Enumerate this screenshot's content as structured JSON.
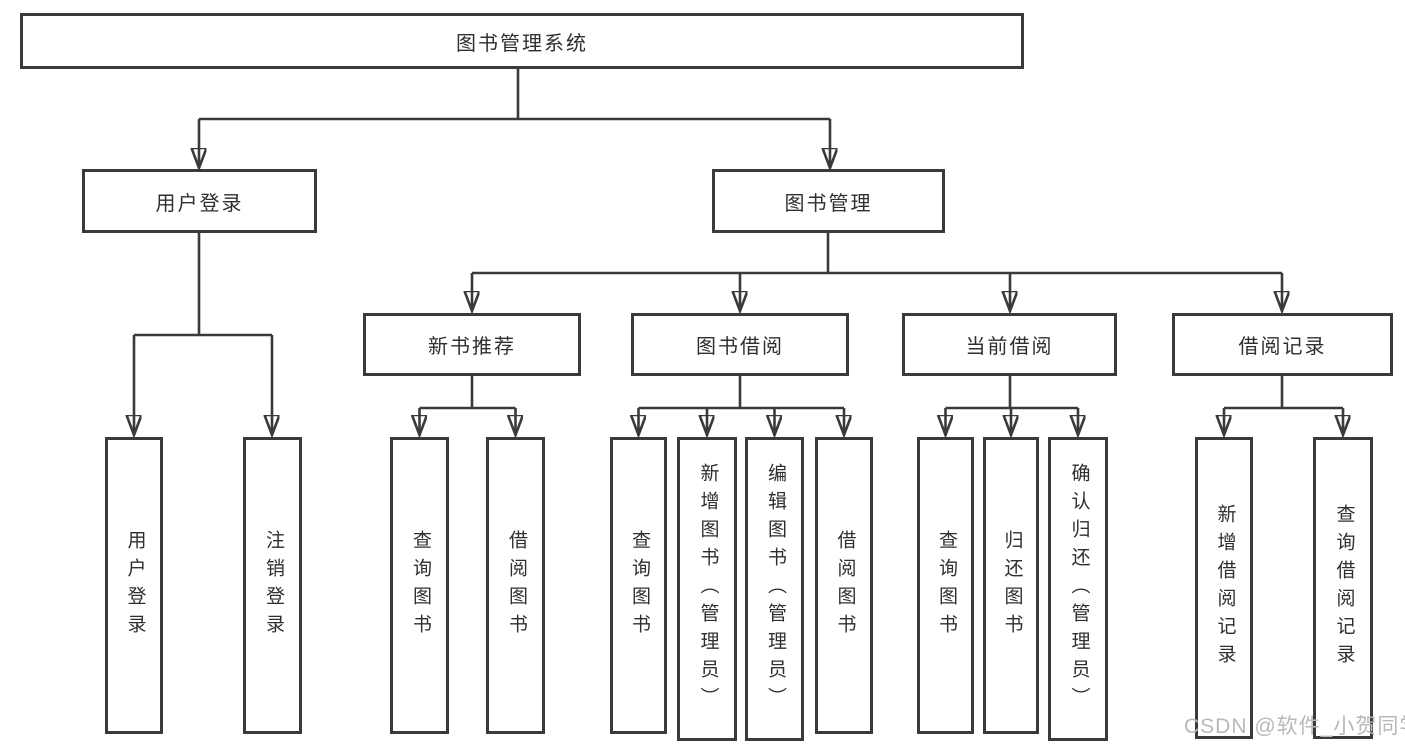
{
  "diagram": {
    "root_label": "图书管理系统",
    "level2": {
      "login_label": "用户登录",
      "manage_label": "图书管理"
    },
    "level3": {
      "new_book_label": "新书推荐",
      "borrow_label": "图书借阅",
      "current_label": "当前借阅",
      "records_label": "借阅记录"
    },
    "leaves": {
      "login": [
        "用户登录",
        "注销登录"
      ],
      "new_book": [
        "查询图书",
        "借阅图书"
      ],
      "borrow": [
        "查询图书",
        "新增图书（管理员）",
        "编辑图书（管理员）",
        "借阅图书"
      ],
      "current": [
        "查询图书",
        "归还图书",
        "确认归还（管理员）"
      ],
      "records": [
        "新增借阅记录",
        "查询借阅记录"
      ]
    },
    "colors": {
      "line": "#3a3a3a",
      "text": "#2f2f2f",
      "watermark": "#b9b9b9",
      "background": "#ffffff"
    }
  },
  "watermark_text": "CSDN @软件_小贺同学"
}
